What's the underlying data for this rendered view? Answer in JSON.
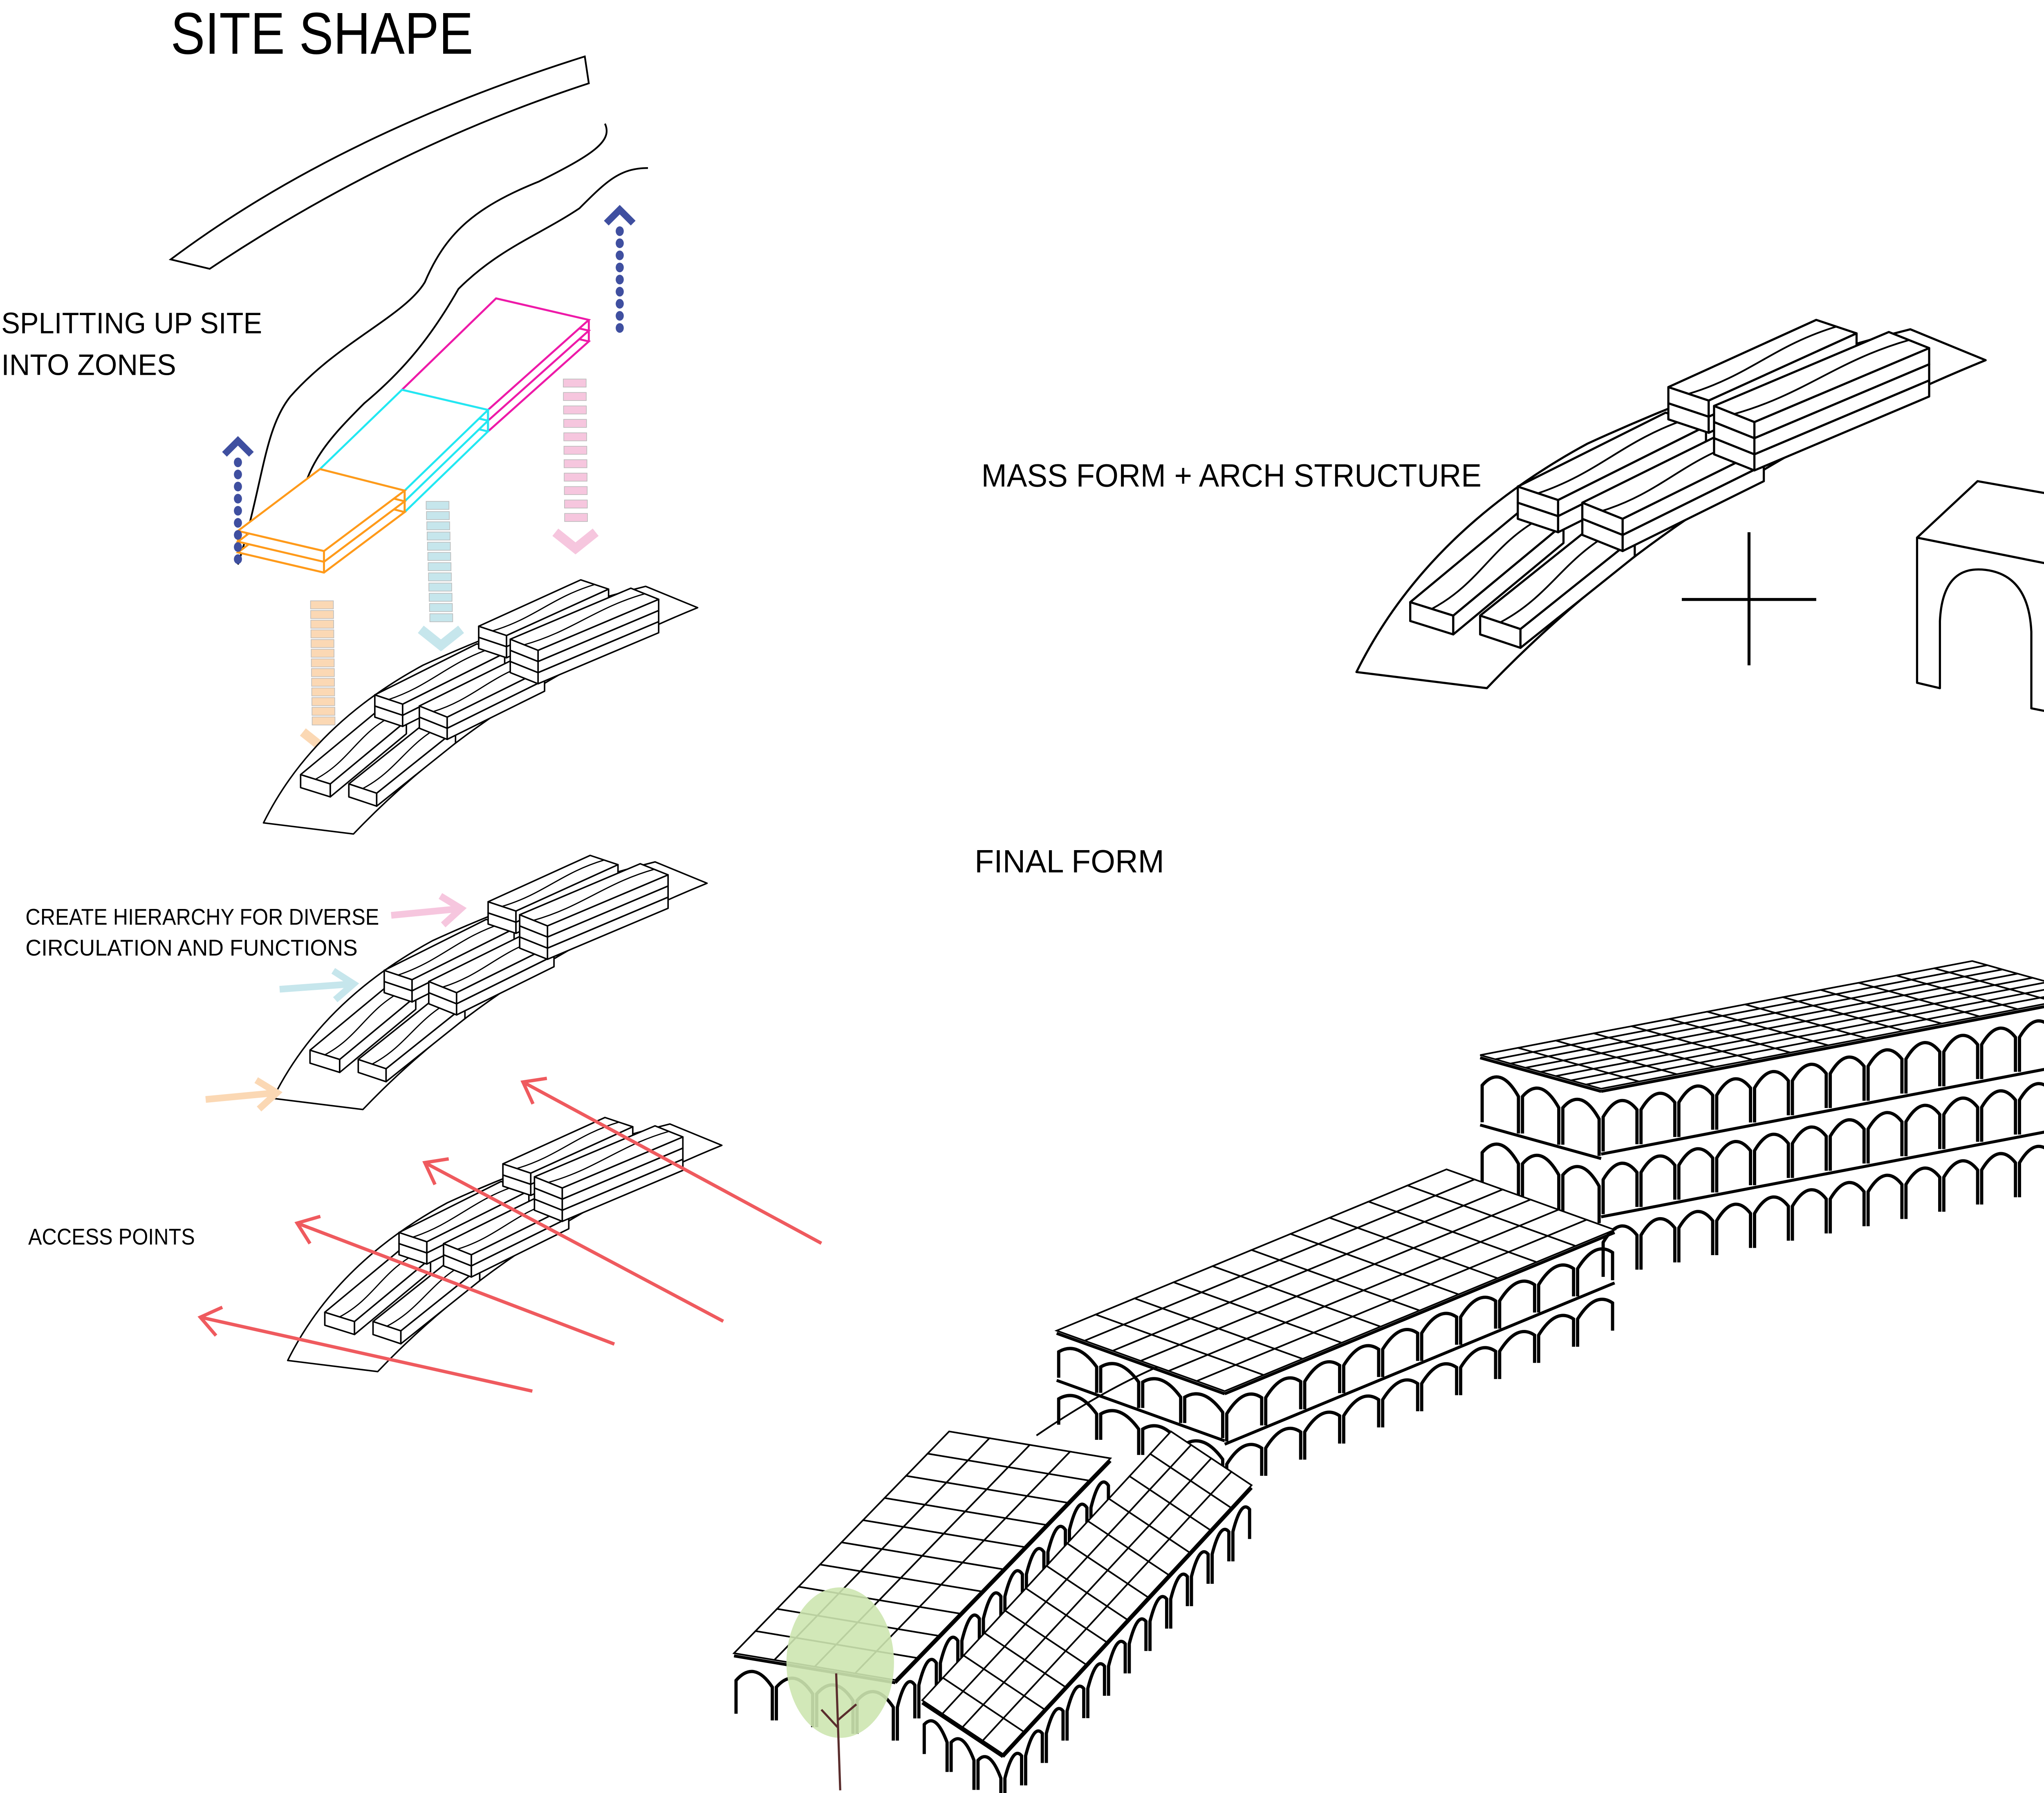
{
  "labels": {
    "title": "SITE SHAPE",
    "splitting_line1": "SPLITTING UP SITE",
    "splitting_line2": "INTO ZONES",
    "mass_form": "MASS FORM + ARCH STRUCTURE",
    "final_form": "FINAL FORM",
    "hierarchy_line1": "CREATE HIERARCHY FOR DIVERSE",
    "hierarchy_line2": "CIRCULATION AND FUNCTIONS",
    "access_points": "ACCESS POINTS"
  },
  "colors": {
    "zone_orange": "#ff9a1a",
    "zone_cyan": "#22e8f2",
    "zone_magenta": "#ee1aa8",
    "arrow_blue": "#3f4fa0",
    "pink_arrow": "#f6c6de",
    "cyan_arrow": "#c6e6ec",
    "orange_arrow": "#fbd8b4",
    "access_red": "#ef5a5e",
    "tree_green": "#cde6b0",
    "tree_trunk": "#5a2d2d"
  }
}
